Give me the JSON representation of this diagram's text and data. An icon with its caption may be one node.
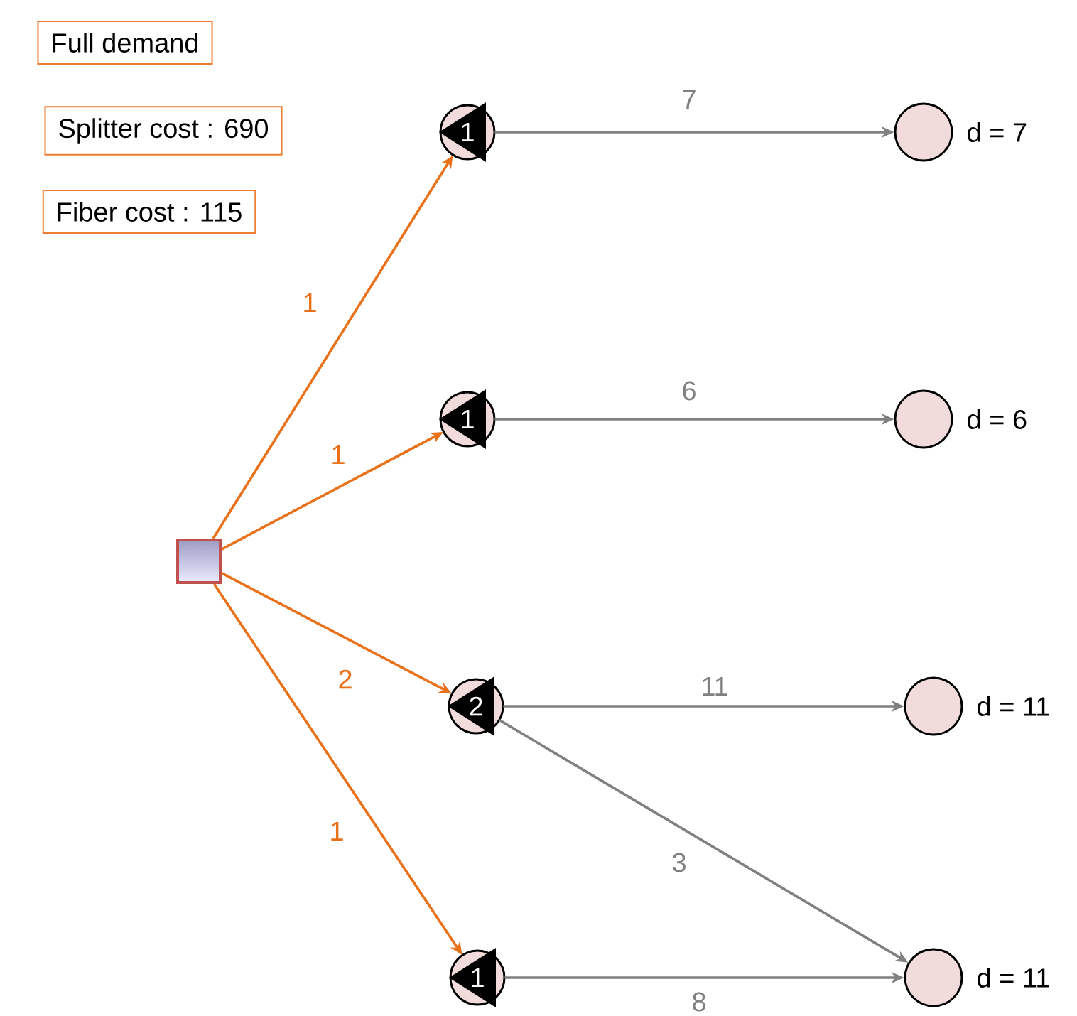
{
  "diagram": {
    "nodes": [
      {
        "text": [
          "Full demand"
        ]
      },
      {
        "text": [
          "Splitter cost : 690"
        ]
      },
      {
        "text": [
          "Fiber cost : 115"
        ]
      },
      {
        "text": [],
        "shape": "box"
      },
      {
        "text": [
          "1"
        ]
      },
      {
        "text": [
          "1"
        ]
      },
      {
        "text": [
          "2"
        ]
      },
      {
        "text": [
          "1"
        ]
      },
      {
        "text": [],
        "shape": "circle",
        "beside": [
          "d = 7"
        ]
      },
      {
        "text": [],
        "shape": "circle",
        "beside": [
          "d = 6"
        ]
      },
      {
        "text": [],
        "shape": "circle",
        "beside": [
          "d = 11"
        ]
      },
      {
        "text": [],
        "shape": "circle",
        "beside": [
          "d = 11"
        ]
      }
    ],
    "edges": [
      {
        "from": 3,
        "to": 4,
        "arrow": "to",
        "label": "1",
        "color": "#e8711a"
      },
      {
        "from": 3,
        "to": 5,
        "arrow": "to",
        "label": "1",
        "color": "#e8711a"
      },
      {
        "from": 3,
        "to": 6,
        "arrow": "to",
        "label": "2",
        "color": "#e8711a"
      },
      {
        "from": 3,
        "to": 7,
        "arrow": "to",
        "label": "1",
        "color": "#e8711a"
      },
      {
        "from": 4,
        "to": 8,
        "arrow": "to",
        "label": "7"
      },
      {
        "from": 5,
        "to": 9,
        "arrow": "to",
        "label": "6"
      },
      {
        "from": 6,
        "to": 10,
        "arrow": "to",
        "label": "11"
      },
      {
        "from": 6,
        "to": 11,
        "arrow": "to",
        "label": "3"
      },
      {
        "from": 7,
        "to": 11,
        "arrow": "to",
        "label": "8"
      }
    ]
  }
}
